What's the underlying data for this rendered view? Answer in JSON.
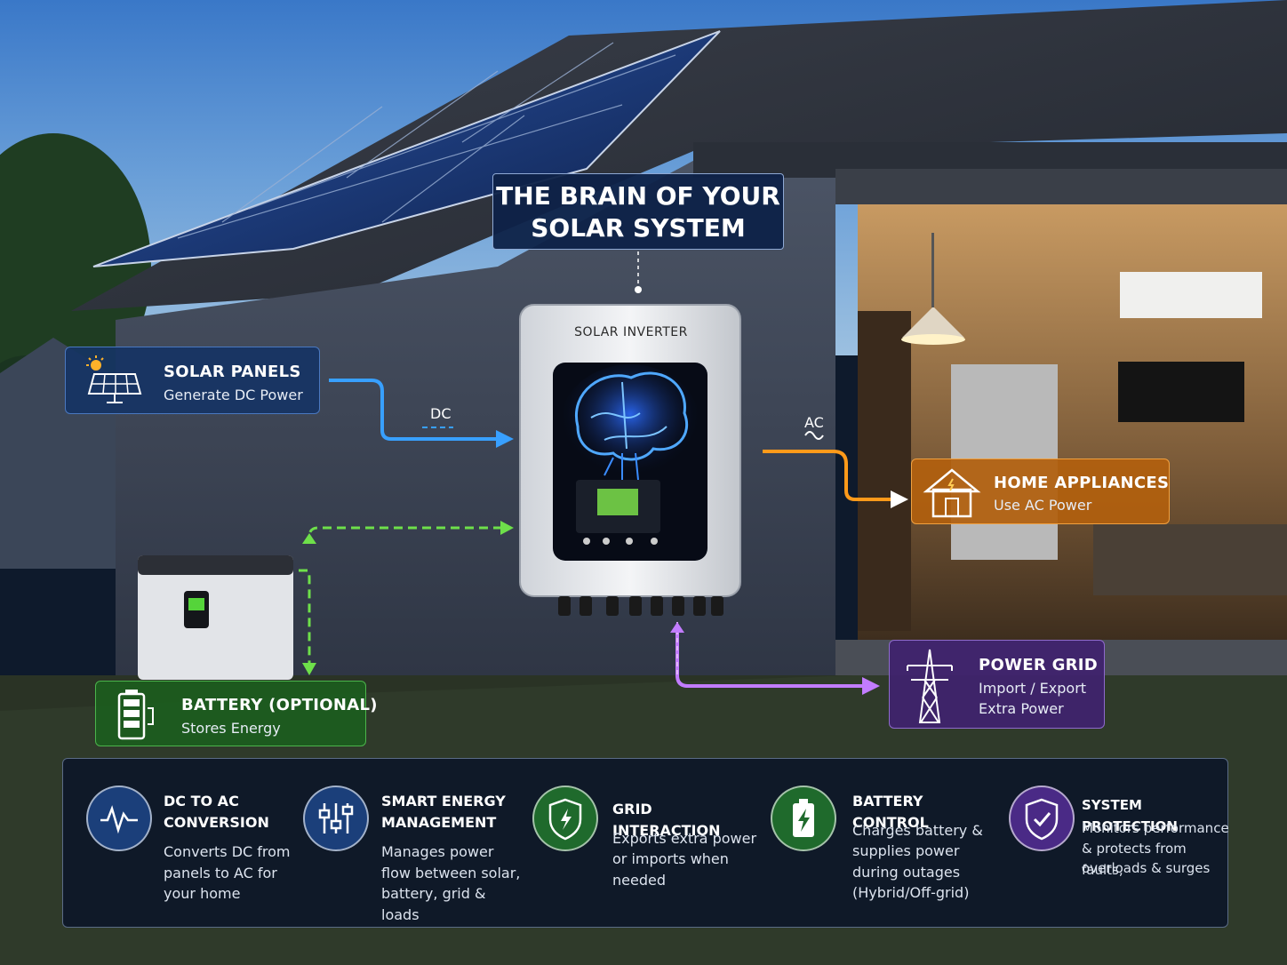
{
  "title": {
    "line1": "THE BRAIN OF YOUR",
    "line2": "SOLAR SYSTEM"
  },
  "inverter": {
    "label": "SOLAR INVERTER"
  },
  "flows": {
    "dc_label": "DC",
    "ac_label": "AC"
  },
  "components": {
    "solar_panels": {
      "title": "SOLAR PANELS",
      "subtitle": "Generate DC Power",
      "icon": "solar-panel-icon",
      "color": "#1c6cff"
    },
    "battery": {
      "title": "BATTERY (OPTIONAL)",
      "subtitle": "Stores Energy",
      "icon": "battery-icon",
      "color": "#4bd43b"
    },
    "home_appliances": {
      "title": "HOME APPLIANCES",
      "subtitle": "Use AC Power",
      "icon": "house-icon",
      "color": "#f08a1a"
    },
    "power_grid": {
      "title": "POWER GRID",
      "subtitle_line1": "Import / Export",
      "subtitle_line2": "Extra Power",
      "icon": "pylon-icon",
      "color": "#b36cff"
    }
  },
  "features": [
    {
      "title_line1": "DC TO AC",
      "title_line2": "CONVERSION",
      "desc_line1": "Converts DC from",
      "desc_line2": "panels to AC for",
      "desc_line3": "your home",
      "icon": "waveform-icon",
      "color": "#1b3f7a"
    },
    {
      "title_line1": "SMART ENERGY",
      "title_line2": "MANAGEMENT",
      "desc_line1": "Manages power",
      "desc_line2": "flow between solar,",
      "desc_line3": "battery, grid & loads",
      "icon": "sliders-icon",
      "color": "#1b3f7a"
    },
    {
      "title_line1": "GRID INTERACTION",
      "desc_line1": "Exports extra power",
      "desc_line2": "or imports when",
      "desc_line3": "needed",
      "icon": "shield-bolt-icon",
      "color": "#1f6a2c"
    },
    {
      "title_line1": "BATTERY CONTROL",
      "desc_line1": "Charges battery &",
      "desc_line2": "supplies power",
      "desc_line3": "during outages",
      "desc_line4": "(Hybrid/Off-grid)",
      "icon": "battery-bolt-icon",
      "color": "#1f6a2c"
    },
    {
      "title_line1": "SYSTEM PROTECTION",
      "desc_line1": "Monitors performance",
      "desc_line2": "& protects from faults,",
      "desc_line3": "overloads & surges",
      "icon": "shield-check-icon",
      "color": "#4a2a86"
    }
  ]
}
